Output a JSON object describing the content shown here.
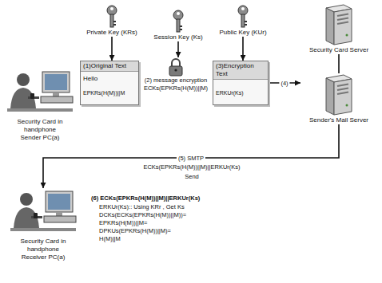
{
  "diagram": {
    "nodes": [
      {
        "text": [
          "Private Key (KRs)"
        ]
      },
      {
        "text": [
          "Session Key (Ks)"
        ]
      },
      {
        "text": [
          "Public Key (KUr)"
        ]
      },
      {
        "text": [
          "Security Card Server"
        ]
      },
      {
        "text": [
          "Security Card in handphone",
          "Sender PC(a)"
        ]
      },
      {
        "text": [
          "(1)Original Text",
          "Hello",
          "EPKRs(H(M))||M"
        ]
      },
      {
        "text": [
          "(2) message encryption",
          "ECKs(EPKRs(H(M))||M)"
        ]
      },
      {
        "text": [
          "(3)Encryption Text",
          "ERKUr(Ks)"
        ]
      },
      {
        "text": [
          "Sender's Mail Server"
        ]
      },
      {
        "text": [
          "Security Card in handphone",
          "Receiver PC(a)"
        ]
      },
      {
        "text": [
          "(6) ECKs(EPKRs(H(M))||M)||ERKUr(Ks)",
          "ERKUr(Ks):: Using KRr , Get Ks",
          "DCKs(ECKs(EPKRs(H(M))||M))=",
          "EPKRs(H(M))||M=",
          "DPKUs(EPKRs(H(M))||M)=",
          "H(M)||M"
        ]
      }
    ],
    "edges": [
      {
        "from": 0,
        "to": 5,
        "arrow": "to"
      },
      {
        "from": 1,
        "to": 6,
        "arrow": "to"
      },
      {
        "from": 2,
        "to": 7,
        "arrow": "to"
      },
      {
        "from": 7,
        "to": 8,
        "label": "(4)",
        "arrow": "to"
      },
      {
        "from": 3,
        "to": 8,
        "arrow": "none"
      },
      {
        "from": 8,
        "to": 9,
        "label": "(5) SMTP",
        "arrow": "to"
      }
    ],
    "labels": [
      "ECKs(EPKRs(H(M))||M)||ERKUr(Ks)",
      "Send"
    ]
  }
}
